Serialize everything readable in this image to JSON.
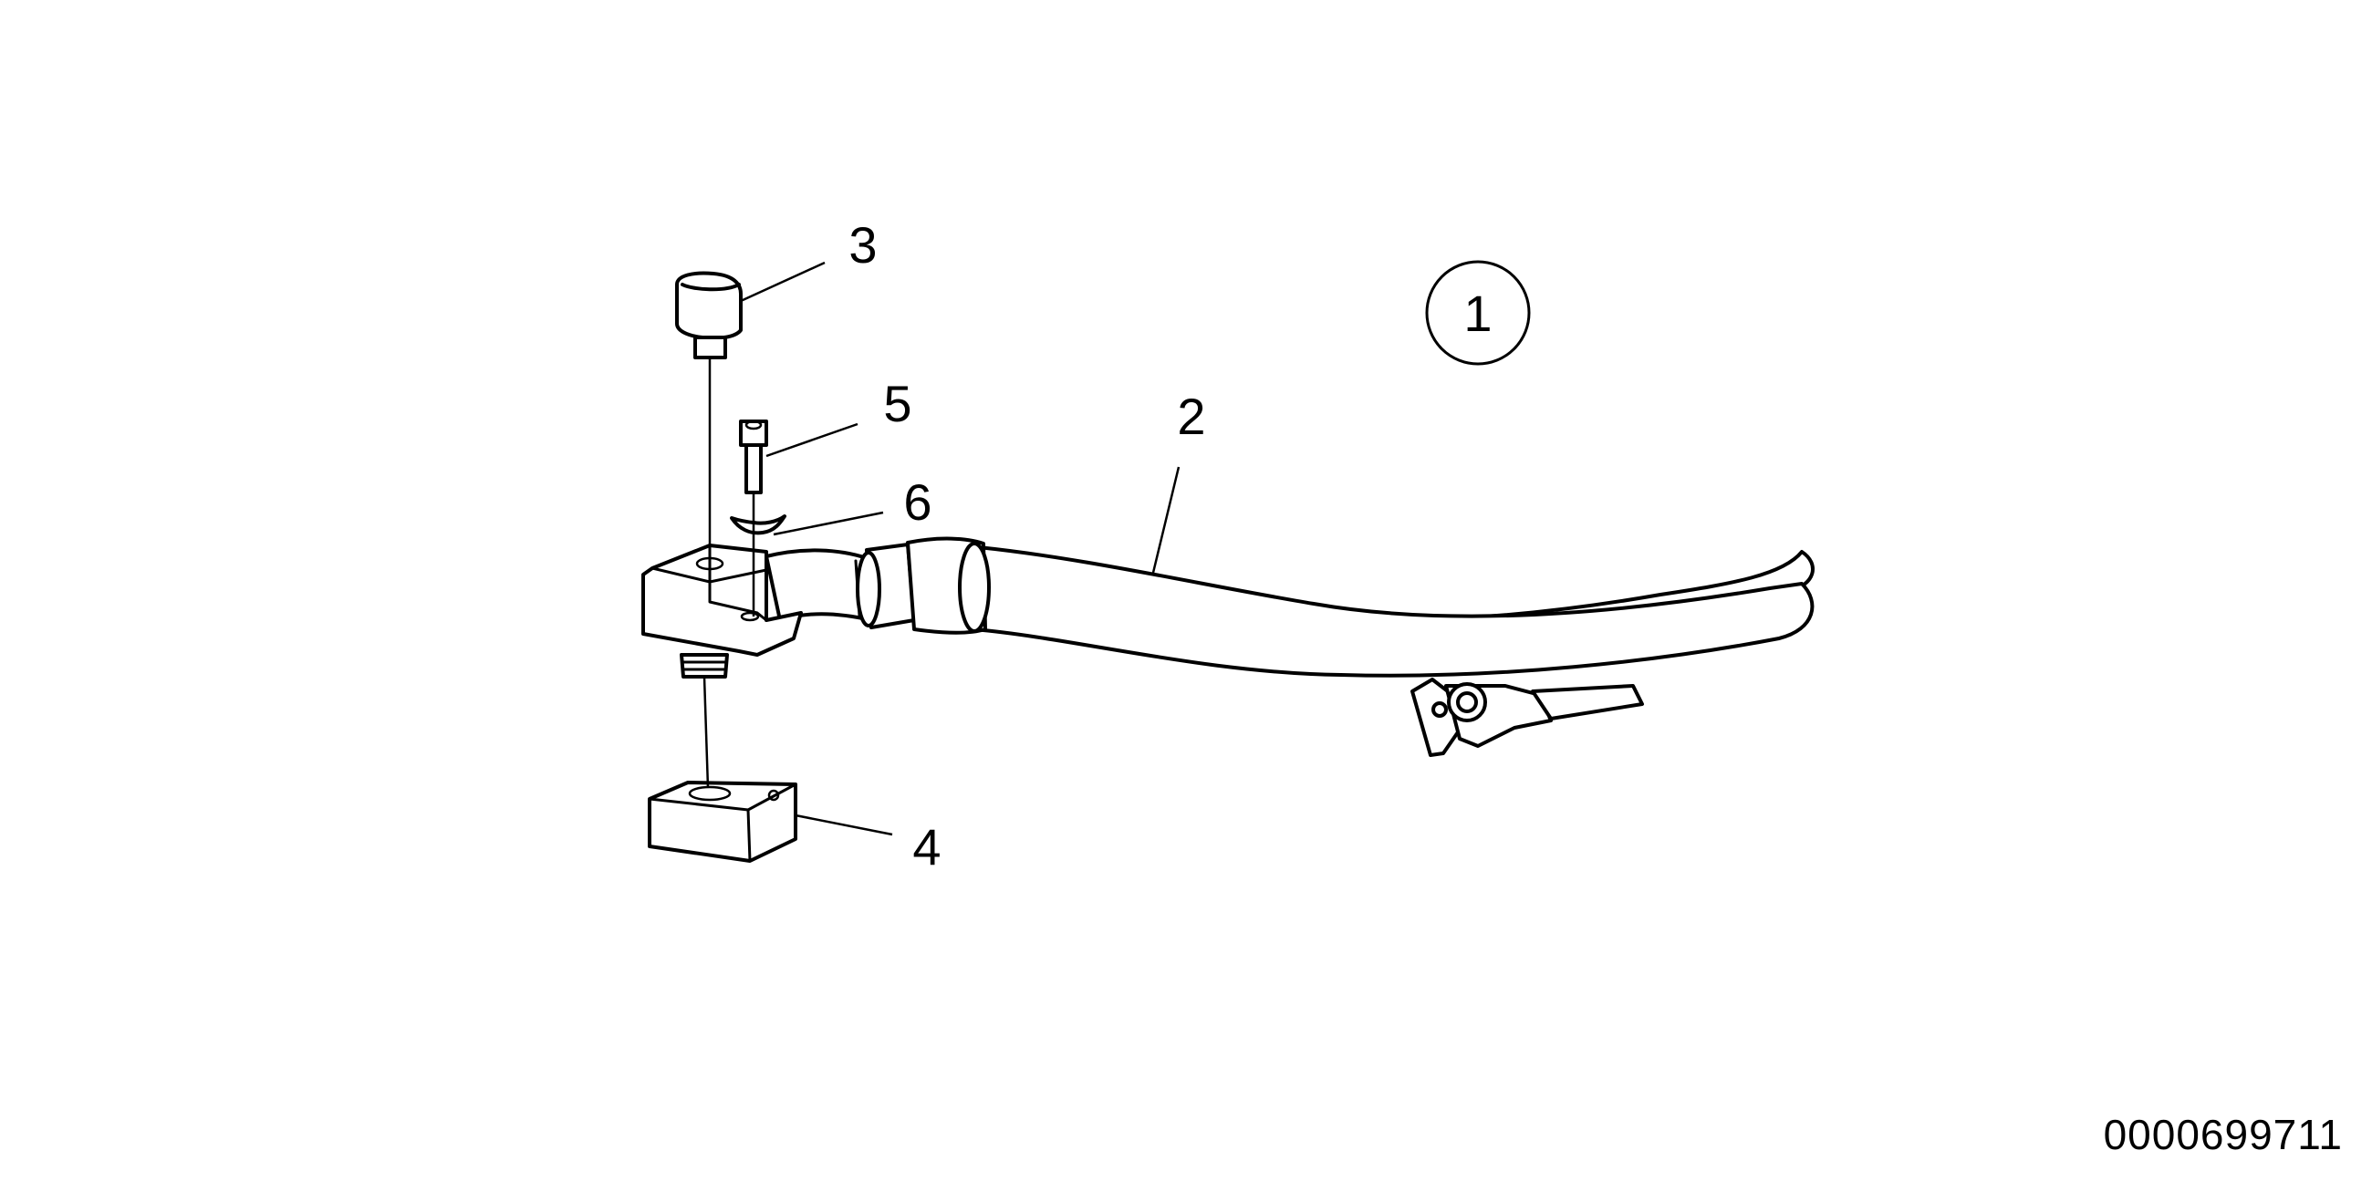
{
  "callouts": {
    "c1": "1",
    "c2": "2",
    "c3": "3",
    "c4": "4",
    "c5": "5",
    "c6": "6"
  },
  "document_id": "0000699711",
  "parts": [
    {
      "callout": "1",
      "icon": "circled-assembly-marker"
    },
    {
      "callout": "2",
      "icon": "hose-pipe"
    },
    {
      "callout": "3",
      "icon": "cap-plug"
    },
    {
      "callout": "4",
      "icon": "rubber-mount-block"
    },
    {
      "callout": "5",
      "icon": "socket-head-screw"
    },
    {
      "callout": "6",
      "icon": "washer-clip"
    }
  ]
}
